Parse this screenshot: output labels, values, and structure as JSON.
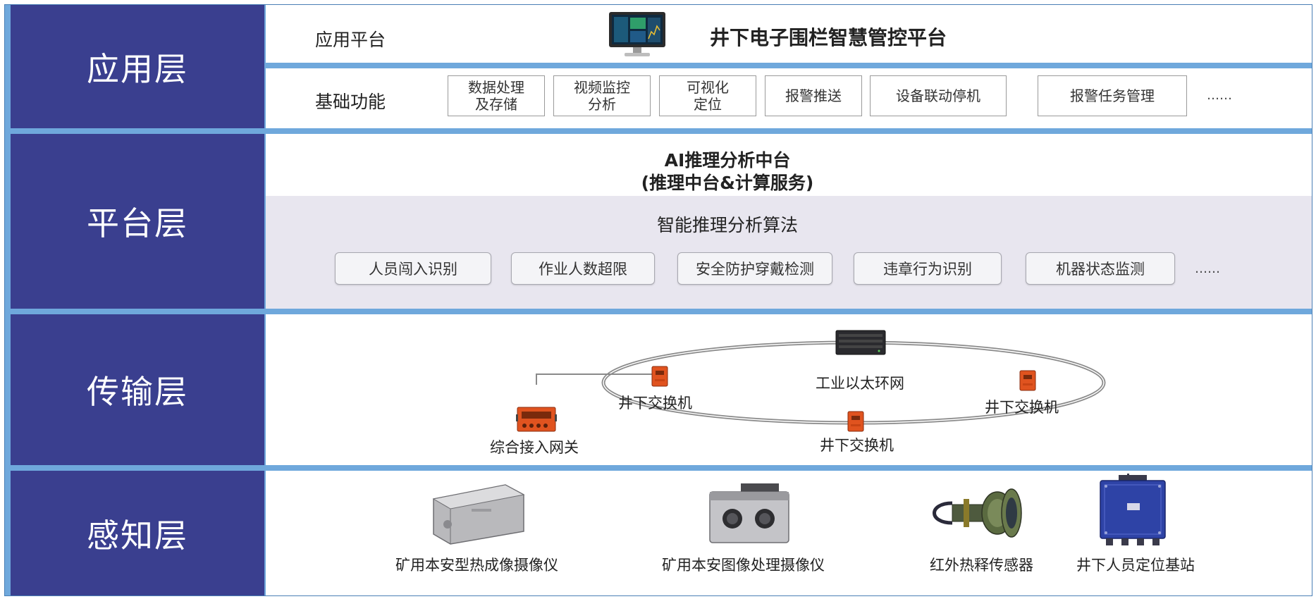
{
  "layers": {
    "app": "应用层",
    "platform": "平台层",
    "transport": "传输层",
    "perception": "感知层"
  },
  "app": {
    "row_label_1": "应用平台",
    "platform_title": "井下电子围栏智慧管控平台",
    "row_label_2": "基础功能",
    "functions": [
      {
        "line1": "数据处理",
        "line2": "及存储"
      },
      {
        "line1": "视频监控",
        "line2": "分析"
      },
      {
        "line1": "可视化",
        "line2": "定位"
      },
      {
        "line1": "报警推送",
        "line2": ""
      },
      {
        "line1": "设备联动停机",
        "line2": ""
      },
      {
        "line1": "报警任务管理",
        "line2": ""
      }
    ],
    "more": "……"
  },
  "platform": {
    "title_line1": "AI推理分析中台",
    "title_line2": "(推理中台&计算服务)",
    "algo_title": "智能推理分析算法",
    "algorithms": [
      "人员闯入识别",
      "作业人数超限",
      "安全防护穿戴检测",
      "违章行为识别",
      "机器状态监测"
    ],
    "more": "……"
  },
  "transport": {
    "ring_label": "工业以太环网",
    "switch_left": "井下交换机",
    "switch_right": "井下交换机",
    "switch_bottom": "井下交换机",
    "gateway": "综合接入网关"
  },
  "perception": {
    "devices": [
      "矿用本安型热成像摄像仪",
      "矿用本安图像处理摄像仪",
      "红外热释传感器",
      "井下人员定位基站"
    ]
  },
  "colors": {
    "layer_bg": "#3a3f8f",
    "separator": "#6fa8dc",
    "algo_band": "#e8e6ef",
    "device_orange": "#e0531f"
  }
}
